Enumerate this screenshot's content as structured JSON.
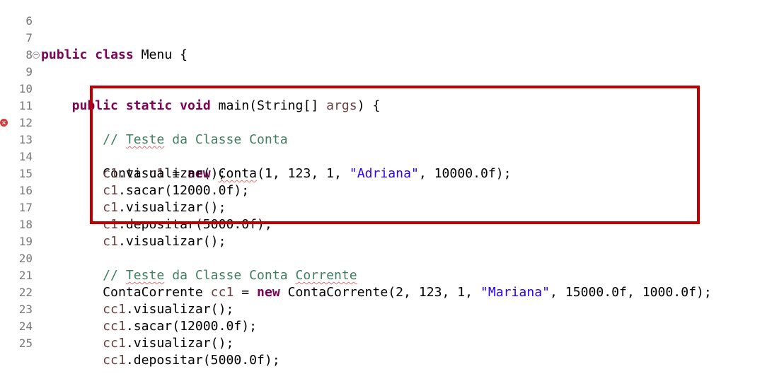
{
  "editor": {
    "lines": [
      {
        "num": "6"
      },
      {
        "num": "7",
        "t": {
          "kw1": "public",
          "s1": " ",
          "kw2": "class",
          "s2": " Menu {"
        }
      },
      {
        "num": "8"
      },
      {
        "num": "9",
        "t": {
          "kw1": "public",
          "s1": " ",
          "kw2": "static",
          "s2": " ",
          "kw3": "void",
          "s3": " main(String[] ",
          "arg": "args",
          "s4": ") {"
        }
      },
      {
        "num": "10"
      },
      {
        "num": "11"
      },
      {
        "num": "12",
        "t": {
          "c1": "// ",
          "c2": "Teste",
          "c3": " da Classe Conta"
        }
      },
      {
        "num": "13",
        "t": {
          "p1": "Conta ",
          "v": "c1",
          "p2": " = ",
          "kw": "new",
          "p3": " ",
          "sq": "Conta",
          "p4": "(1, 123, 1, ",
          "str": "\"Adriana\"",
          "p5": ", 10000.0f);"
        }
      },
      {
        "num": "14",
        "t": {
          "v": "c1",
          "p": ".visualizar();"
        }
      },
      {
        "num": "15",
        "t": {
          "v": "c1",
          "p": ".sacar(12000.0f);"
        }
      },
      {
        "num": "16",
        "t": {
          "v": "c1",
          "p": ".visualizar();"
        }
      },
      {
        "num": "17",
        "t": {
          "v": "c1",
          "p": ".depositar(5000.0f);"
        }
      },
      {
        "num": "18",
        "t": {
          "v": "c1",
          "p": ".visualizar();"
        }
      },
      {
        "num": "19"
      },
      {
        "num": "20",
        "t": {
          "c1": "// ",
          "c2": "Teste",
          "c3": " da Classe Conta ",
          "c4": "Corrente"
        }
      },
      {
        "num": "21",
        "t": {
          "p1": "ContaCorrente ",
          "v": "cc1",
          "p2": " = ",
          "kw": "new",
          "p3": " ContaCorrente(2, 123, 1, ",
          "str": "\"Mariana\"",
          "p4": ", 15000.0f, 1000.0f);"
        }
      },
      {
        "num": "22",
        "t": {
          "v": "cc1",
          "p": ".visualizar();"
        }
      },
      {
        "num": "23",
        "t": {
          "v": "cc1",
          "p": ".sacar(12000.0f);"
        }
      },
      {
        "num": "24",
        "t": {
          "v": "cc1",
          "p": ".visualizar();"
        }
      },
      {
        "num": "25",
        "t": {
          "v": "cc1",
          "p": ".depositar(5000.0f);"
        }
      }
    ]
  },
  "markers": {
    "error_icon": "error-icon",
    "fold_icon": "fold-collapse-icon",
    "error_glyph": "×"
  },
  "colors": {
    "keyword": "#7f0055",
    "string": "#2a00ff",
    "comment": "#3f7f5f",
    "local_variable": "#6a3e3e",
    "line_number": "#787878",
    "highlight_box": "#c00000",
    "error_marker": "#d33a3a"
  }
}
